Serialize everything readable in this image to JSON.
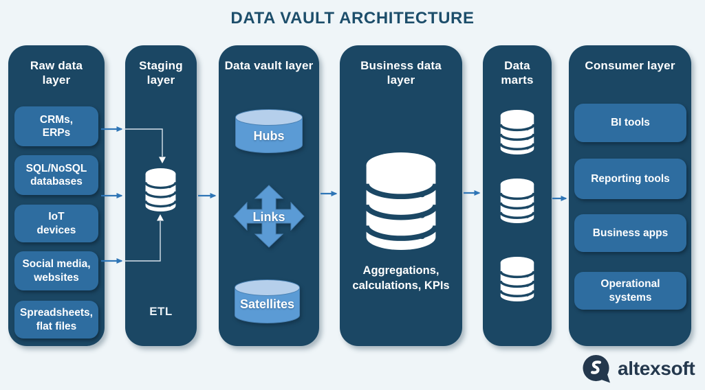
{
  "title": "DATA VAULT ARCHITECTURE",
  "columns": {
    "raw": {
      "header": "Raw data\nlayer",
      "items": [
        {
          "label": "CRMs,\nERPs"
        },
        {
          "label": "SQL/NoSQL\ndatabases"
        },
        {
          "label": "IoT\ndevices"
        },
        {
          "label": "Social media,\nwebsites"
        },
        {
          "label": "Spreadsheets,\nflat files"
        }
      ]
    },
    "staging": {
      "header": "Staging\nlayer",
      "etl_label": "ETL",
      "icon": "database-icon"
    },
    "vault": {
      "header": "Data vault layer",
      "hubs_label": "Hubs",
      "links_label": "Links",
      "satellites_label": "Satellites",
      "hubs_icon": "cylinder-icon",
      "links_icon": "move-arrows-icon",
      "satellites_icon": "cylinder-icon"
    },
    "business": {
      "header": "Business data\nlayer",
      "caption": "Aggregations,\ncalculations, KPIs",
      "icon": "database-icon"
    },
    "marts": {
      "header": "Data\nmarts",
      "icons": [
        "database-icon",
        "database-icon",
        "database-icon"
      ]
    },
    "consumer": {
      "header": "Consumer layer",
      "items": [
        {
          "label": "BI tools"
        },
        {
          "label": "Reporting tools"
        },
        {
          "label": "Business apps"
        },
        {
          "label": "Operational\nsystems"
        }
      ]
    }
  },
  "flow": {
    "arrows": [
      "raw-to-staging-top",
      "raw-to-staging-middle",
      "raw-to-staging-bottom",
      "staging-to-vault",
      "vault-to-business",
      "business-to-marts",
      "marts-to-consumer"
    ]
  },
  "logo": {
    "text": "altexsoft",
    "mark": "altexsoft-logo-icon"
  },
  "colors": {
    "background": "#eff5f8",
    "column_fill": "#1b4764",
    "source_box_fill": "#2e6da0",
    "cylinder_fill": "#5b9bd5",
    "cylinder_top_fill": "#b5cfeb",
    "arrow_blue": "#2e75b6",
    "connector_light": "#d9e4ec",
    "title_text": "#1d4e6b",
    "logo_navy": "#24384d",
    "icon_white": "#ffffff"
  }
}
